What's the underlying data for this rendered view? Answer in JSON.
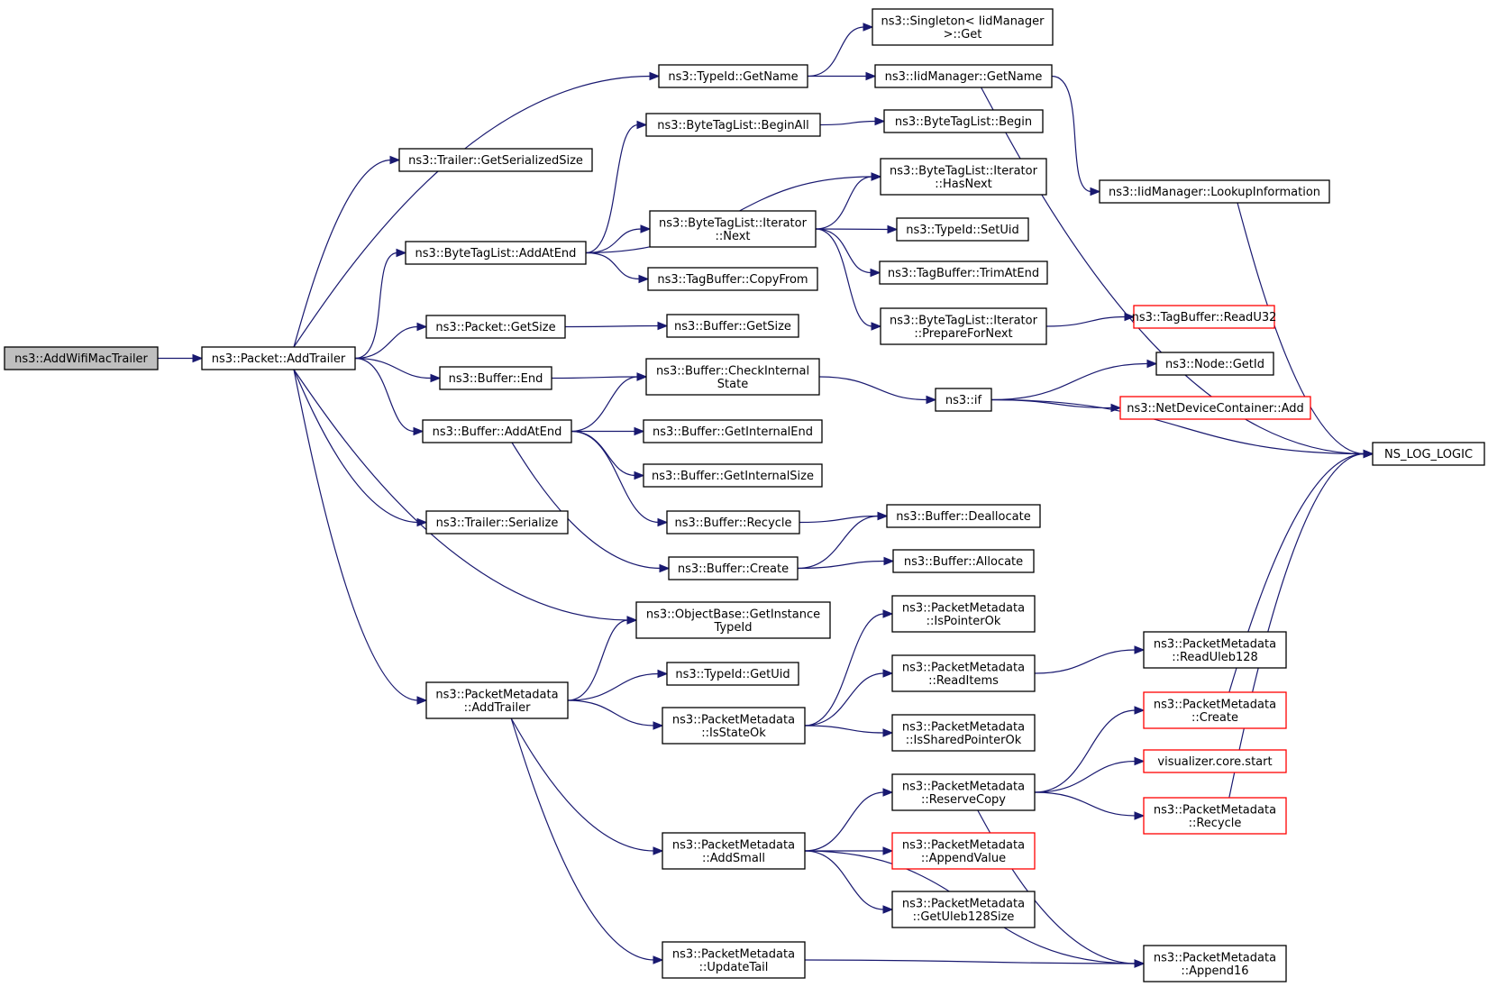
{
  "diagram": {
    "colors": {
      "edge": "#191970",
      "root_fill": "#bfbfbf",
      "node_border": "#000000",
      "external_border": "#ff0000"
    },
    "nodes": [
      {
        "id": "root",
        "lines": [
          "ns3::AddWifiMacTrailer"
        ],
        "style": "root"
      },
      {
        "id": "pkt_addtrailer",
        "lines": [
          "ns3::Packet::AddTrailer"
        ]
      },
      {
        "id": "trailer_getser",
        "lines": [
          "ns3::Trailer::GetSerializedSize"
        ]
      },
      {
        "id": "btl_addatend",
        "lines": [
          "ns3::ByteTagList::AddAtEnd"
        ]
      },
      {
        "id": "packet_getsize",
        "lines": [
          "ns3::Packet::GetSize"
        ]
      },
      {
        "id": "buffer_end",
        "lines": [
          "ns3::Buffer::End"
        ]
      },
      {
        "id": "buffer_addatend",
        "lines": [
          "ns3::Buffer::AddAtEnd"
        ]
      },
      {
        "id": "trailer_ser",
        "lines": [
          "ns3::Trailer::Serialize"
        ]
      },
      {
        "id": "pm_addtrailer",
        "lines": [
          "ns3::PacketMetadata",
          "::AddTrailer"
        ]
      },
      {
        "id": "typeid_getname",
        "lines": [
          "ns3::TypeId::GetName"
        ]
      },
      {
        "id": "btl_beginall",
        "lines": [
          "ns3::ByteTagList::BeginAll"
        ]
      },
      {
        "id": "btl_it_next",
        "lines": [
          "ns3::ByteTagList::Iterator",
          "::Next"
        ]
      },
      {
        "id": "tagbuf_copyfrom",
        "lines": [
          "ns3::TagBuffer::CopyFrom"
        ]
      },
      {
        "id": "buffer_getsize",
        "lines": [
          "ns3::Buffer::GetSize"
        ]
      },
      {
        "id": "buffer_checkint",
        "lines": [
          "ns3::Buffer::CheckInternal",
          "State"
        ]
      },
      {
        "id": "buffer_getintend",
        "lines": [
          "ns3::Buffer::GetInternalEnd"
        ]
      },
      {
        "id": "buffer_getintsize",
        "lines": [
          "ns3::Buffer::GetInternalSize"
        ]
      },
      {
        "id": "buffer_recycle",
        "lines": [
          "ns3::Buffer::Recycle"
        ]
      },
      {
        "id": "buffer_create",
        "lines": [
          "ns3::Buffer::Create"
        ]
      },
      {
        "id": "objbase_getinst",
        "lines": [
          "ns3::ObjectBase::GetInstance",
          "TypeId"
        ]
      },
      {
        "id": "typeid_getuid",
        "lines": [
          "ns3::TypeId::GetUid"
        ]
      },
      {
        "id": "pm_isstateok",
        "lines": [
          "ns3::PacketMetadata",
          "::IsStateOk"
        ]
      },
      {
        "id": "pm_addsmall",
        "lines": [
          "ns3::PacketMetadata",
          "::AddSmall"
        ]
      },
      {
        "id": "pm_updatetail",
        "lines": [
          "ns3::PacketMetadata",
          "::UpdateTail"
        ]
      },
      {
        "id": "singleton_get",
        "lines": [
          "ns3::Singleton< IidManager",
          ">::Get"
        ]
      },
      {
        "id": "iid_getname",
        "lines": [
          "ns3::IidManager::GetName"
        ]
      },
      {
        "id": "btl_begin",
        "lines": [
          "ns3::ByteTagList::Begin"
        ]
      },
      {
        "id": "btl_it_hasnext",
        "lines": [
          "ns3::ByteTagList::Iterator",
          "::HasNext"
        ]
      },
      {
        "id": "typeid_setuid",
        "lines": [
          "ns3::TypeId::SetUid"
        ]
      },
      {
        "id": "tagbuf_trim",
        "lines": [
          "ns3::TagBuffer::TrimAtEnd"
        ]
      },
      {
        "id": "btl_it_prep",
        "lines": [
          "ns3::ByteTagList::Iterator",
          "::PrepareForNext"
        ]
      },
      {
        "id": "ns3_if",
        "lines": [
          "ns3::if"
        ]
      },
      {
        "id": "buffer_dealloc",
        "lines": [
          "ns3::Buffer::Deallocate"
        ]
      },
      {
        "id": "buffer_alloc",
        "lines": [
          "ns3::Buffer::Allocate"
        ]
      },
      {
        "id": "pm_ispointerok",
        "lines": [
          "ns3::PacketMetadata",
          "::IsPointerOk"
        ]
      },
      {
        "id": "pm_readitems",
        "lines": [
          "ns3::PacketMetadata",
          "::ReadItems"
        ]
      },
      {
        "id": "pm_issharedptr",
        "lines": [
          "ns3::PacketMetadata",
          "::IsSharedPointerOk"
        ]
      },
      {
        "id": "pm_reservecopy",
        "lines": [
          "ns3::PacketMetadata",
          "::ReserveCopy"
        ]
      },
      {
        "id": "pm_appendvalue",
        "lines": [
          "ns3::PacketMetadata",
          "::AppendValue"
        ],
        "style": "ext"
      },
      {
        "id": "pm_getuleb",
        "lines": [
          "ns3::PacketMetadata",
          "::GetUleb128Size"
        ]
      },
      {
        "id": "iid_lookup",
        "lines": [
          "ns3::IidManager::LookupInformation"
        ]
      },
      {
        "id": "tagbuf_readu32",
        "lines": [
          "ns3::TagBuffer::ReadU32"
        ],
        "style": "ext"
      },
      {
        "id": "node_getid",
        "lines": [
          "ns3::Node::GetId"
        ]
      },
      {
        "id": "ndc_add",
        "lines": [
          "ns3::NetDeviceContainer::Add"
        ],
        "style": "ext"
      },
      {
        "id": "pm_readuleb",
        "lines": [
          "ns3::PacketMetadata",
          "::ReadUleb128"
        ]
      },
      {
        "id": "pm_create",
        "lines": [
          "ns3::PacketMetadata",
          "::Create"
        ],
        "style": "ext"
      },
      {
        "id": "vis_start",
        "lines": [
          "visualizer.core.start"
        ],
        "style": "ext"
      },
      {
        "id": "pm_recycle",
        "lines": [
          "ns3::PacketMetadata",
          "::Recycle"
        ],
        "style": "ext"
      },
      {
        "id": "pm_append16",
        "lines": [
          "ns3::PacketMetadata",
          "::Append16"
        ]
      },
      {
        "id": "ns_log_logic",
        "lines": [
          "NS_LOG_LOGIC"
        ]
      }
    ],
    "edges": [
      [
        "root",
        "pkt_addtrailer"
      ],
      [
        "pkt_addtrailer",
        "trailer_getser"
      ],
      [
        "pkt_addtrailer",
        "typeid_getname"
      ],
      [
        "pkt_addtrailer",
        "btl_addatend"
      ],
      [
        "pkt_addtrailer",
        "packet_getsize"
      ],
      [
        "pkt_addtrailer",
        "buffer_end"
      ],
      [
        "pkt_addtrailer",
        "buffer_addatend"
      ],
      [
        "pkt_addtrailer",
        "objbase_getinst"
      ],
      [
        "pkt_addtrailer",
        "trailer_ser"
      ],
      [
        "pkt_addtrailer",
        "pm_addtrailer"
      ],
      [
        "typeid_getname",
        "singleton_get"
      ],
      [
        "typeid_getname",
        "iid_getname"
      ],
      [
        "iid_getname",
        "iid_lookup"
      ],
      [
        "iid_getname",
        "ns_log_logic"
      ],
      [
        "iid_lookup",
        "ns_log_logic"
      ],
      [
        "btl_addatend",
        "btl_beginall"
      ],
      [
        "btl_addatend",
        "btl_it_hasnext"
      ],
      [
        "btl_addatend",
        "btl_it_next"
      ],
      [
        "btl_addatend",
        "tagbuf_copyfrom"
      ],
      [
        "btl_beginall",
        "btl_begin"
      ],
      [
        "btl_it_next",
        "btl_it_hasnext"
      ],
      [
        "btl_it_next",
        "typeid_setuid"
      ],
      [
        "btl_it_next",
        "tagbuf_trim"
      ],
      [
        "btl_it_next",
        "btl_it_prep"
      ],
      [
        "btl_it_prep",
        "tagbuf_readu32"
      ],
      [
        "packet_getsize",
        "buffer_getsize"
      ],
      [
        "buffer_end",
        "buffer_checkint"
      ],
      [
        "buffer_addatend",
        "buffer_checkint"
      ],
      [
        "buffer_addatend",
        "buffer_getintend"
      ],
      [
        "buffer_addatend",
        "buffer_getintsize"
      ],
      [
        "buffer_addatend",
        "buffer_recycle"
      ],
      [
        "buffer_addatend",
        "buffer_create"
      ],
      [
        "buffer_checkint",
        "ns3_if"
      ],
      [
        "ns3_if",
        "node_getid"
      ],
      [
        "ns3_if",
        "ndc_add"
      ],
      [
        "ns3_if",
        "ns_log_logic"
      ],
      [
        "buffer_recycle",
        "buffer_dealloc"
      ],
      [
        "buffer_create",
        "buffer_dealloc"
      ],
      [
        "buffer_create",
        "buffer_alloc"
      ],
      [
        "pm_addtrailer",
        "objbase_getinst"
      ],
      [
        "pm_addtrailer",
        "typeid_getuid"
      ],
      [
        "pm_addtrailer",
        "pm_isstateok"
      ],
      [
        "pm_addtrailer",
        "pm_addsmall"
      ],
      [
        "pm_addtrailer",
        "pm_updatetail"
      ],
      [
        "pm_isstateok",
        "pm_ispointerok"
      ],
      [
        "pm_isstateok",
        "pm_readitems"
      ],
      [
        "pm_isstateok",
        "pm_issharedptr"
      ],
      [
        "pm_readitems",
        "pm_readuleb"
      ],
      [
        "pm_addsmall",
        "pm_reservecopy"
      ],
      [
        "pm_addsmall",
        "pm_appendvalue"
      ],
      [
        "pm_addsmall",
        "pm_getuleb"
      ],
      [
        "pm_addsmall",
        "pm_append16"
      ],
      [
        "pm_reservecopy",
        "pm_create"
      ],
      [
        "pm_reservecopy",
        "vis_start"
      ],
      [
        "pm_reservecopy",
        "pm_recycle"
      ],
      [
        "pm_reservecopy",
        "pm_append16"
      ],
      [
        "pm_create",
        "ns_log_logic"
      ],
      [
        "pm_recycle",
        "ns_log_logic"
      ],
      [
        "pm_updatetail",
        "pm_append16"
      ]
    ]
  }
}
